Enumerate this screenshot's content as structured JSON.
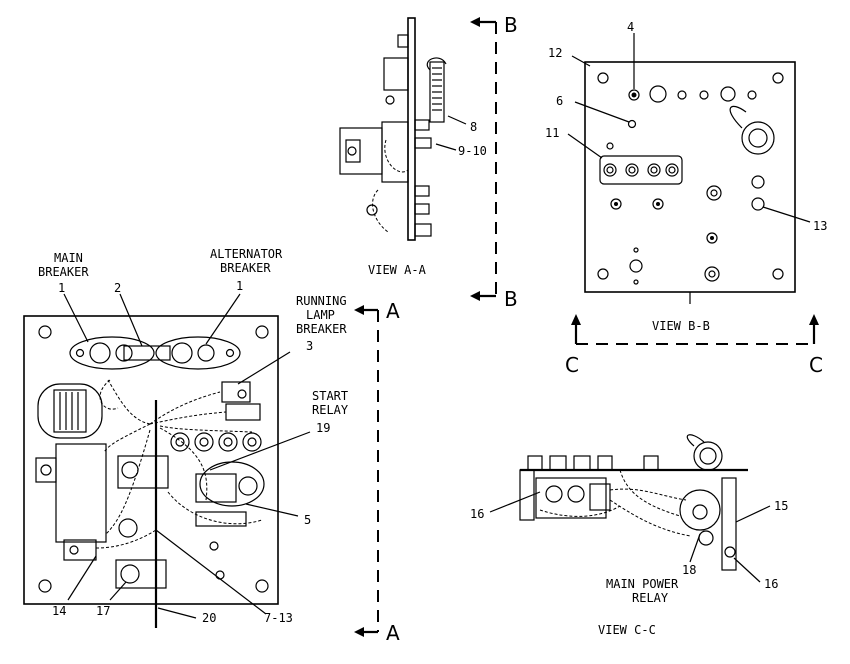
{
  "views": {
    "view_aa": "VIEW A-A",
    "view_bb": "VIEW B-B",
    "view_cc": "VIEW C-C"
  },
  "section_markers": {
    "b_top": "B",
    "b_bottom": "B",
    "a_top": "A",
    "a_bottom": "A",
    "c_left": "C",
    "c_right": "C"
  },
  "labels": {
    "main_breaker": [
      "MAIN",
      "BREAKER"
    ],
    "alternator_breaker": [
      "ALTERNATOR",
      "BREAKER"
    ],
    "running_lamp_breaker": [
      "RUNNING",
      "LAMP",
      "BREAKER"
    ],
    "start_relay": [
      "START",
      "RELAY"
    ],
    "main_power_relay": [
      "MAIN POWER",
      "RELAY"
    ]
  },
  "callouts": {
    "main_1": "1",
    "alt_1": "1",
    "c2": "2",
    "c3": "3",
    "c4": "4",
    "c5": "5",
    "c6": "6",
    "c7_13": "7-13",
    "c8": "8",
    "c9_10": "9-10",
    "c11": "11",
    "c12": "12",
    "c13": "13",
    "c14": "14",
    "c15": "15",
    "c16_left": "16",
    "c16_right": "16",
    "c17": "17",
    "c18": "18",
    "c19": "19",
    "c20": "20"
  }
}
